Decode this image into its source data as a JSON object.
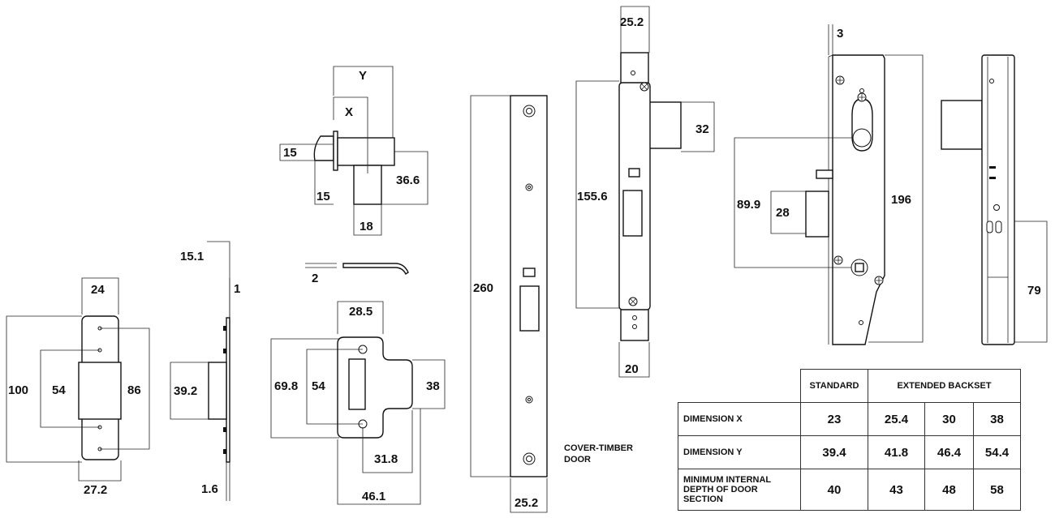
{
  "dimensions": {
    "strike_plate": {
      "width_top": "24",
      "height_overall": "100",
      "inner": "54",
      "outer": "86",
      "width_bottom": "27.2"
    },
    "side_plate": {
      "top": "15.1",
      "thickness": "1",
      "height": "39.2",
      "bottom": "1.6"
    },
    "latch_bolt": {
      "y": "Y",
      "x": "X",
      "left": "15",
      "lower": "15",
      "depth": "36.6",
      "width": "18"
    },
    "bent_piece": {
      "value": "2"
    },
    "keeper": {
      "top": "28.5",
      "height": "69.8",
      "inner": "54",
      "right": "38",
      "lower": "31.8",
      "bottom": "46.1"
    },
    "cover_plate": {
      "height": "260",
      "width": "25.2",
      "caption_line1": "COVER-TIMBER",
      "caption_line2": "DOOR"
    },
    "lock_body_front": {
      "top": "25.2",
      "bolt": "32",
      "height": "155.6",
      "bottom": "20"
    },
    "lock_body_side": {
      "offset": "3",
      "centre": "89.9",
      "latch": "28",
      "height": "196"
    },
    "lock_body_edge": {
      "bottom": "79"
    }
  },
  "table": {
    "headers": [
      "STANDARD",
      "EXTENDED BACKSET"
    ],
    "rows": [
      {
        "label": "DIMENSION X",
        "values": [
          "23",
          "25.4",
          "30",
          "38"
        ]
      },
      {
        "label": "DIMENSION Y",
        "values": [
          "39.4",
          "41.8",
          "46.4",
          "54.4"
        ]
      },
      {
        "label": "MINIMUM INTERNAL DEPTH OF DOOR SECTION",
        "values": [
          "40",
          "43",
          "48",
          "58"
        ]
      }
    ]
  }
}
